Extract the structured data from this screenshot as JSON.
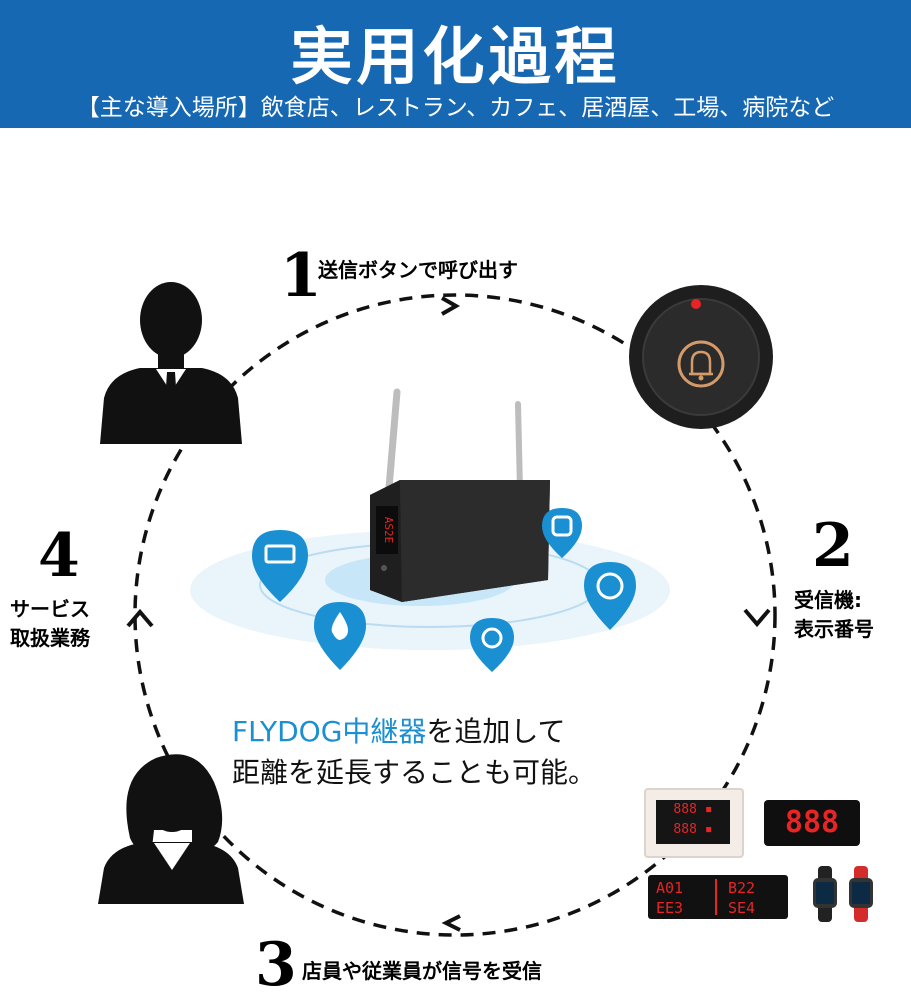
{
  "header": {
    "title": "実用化過程",
    "subtitle": "【主な導入場所】飲食店、レストラン、カフェ、居酒屋、工場、病院など"
  },
  "steps": [
    {
      "number": "1",
      "text": "送信ボタンで呼び出す"
    },
    {
      "number": "2",
      "line1": "受信機:",
      "line2": "表示番号"
    },
    {
      "number": "3",
      "text": "店員や従業員が信号を受信"
    },
    {
      "number": "4",
      "line1": "サービス",
      "line2": "取扱業務"
    }
  ],
  "center": {
    "accent": "FLYDOG中継器",
    "rest1": "を追加して",
    "line2": "距離を延長することも可能。"
  },
  "displays": {
    "clock": "888",
    "led_left_top": "A01",
    "led_left_bottom": "EE3",
    "led_right_top": "B22",
    "led_right_bottom": "SE4",
    "device_screen": "AS2E"
  },
  "colors": {
    "header": "#1768b3",
    "accent": "#1a8fd1",
    "led": "#e82424",
    "bell": "#d59a6a"
  }
}
